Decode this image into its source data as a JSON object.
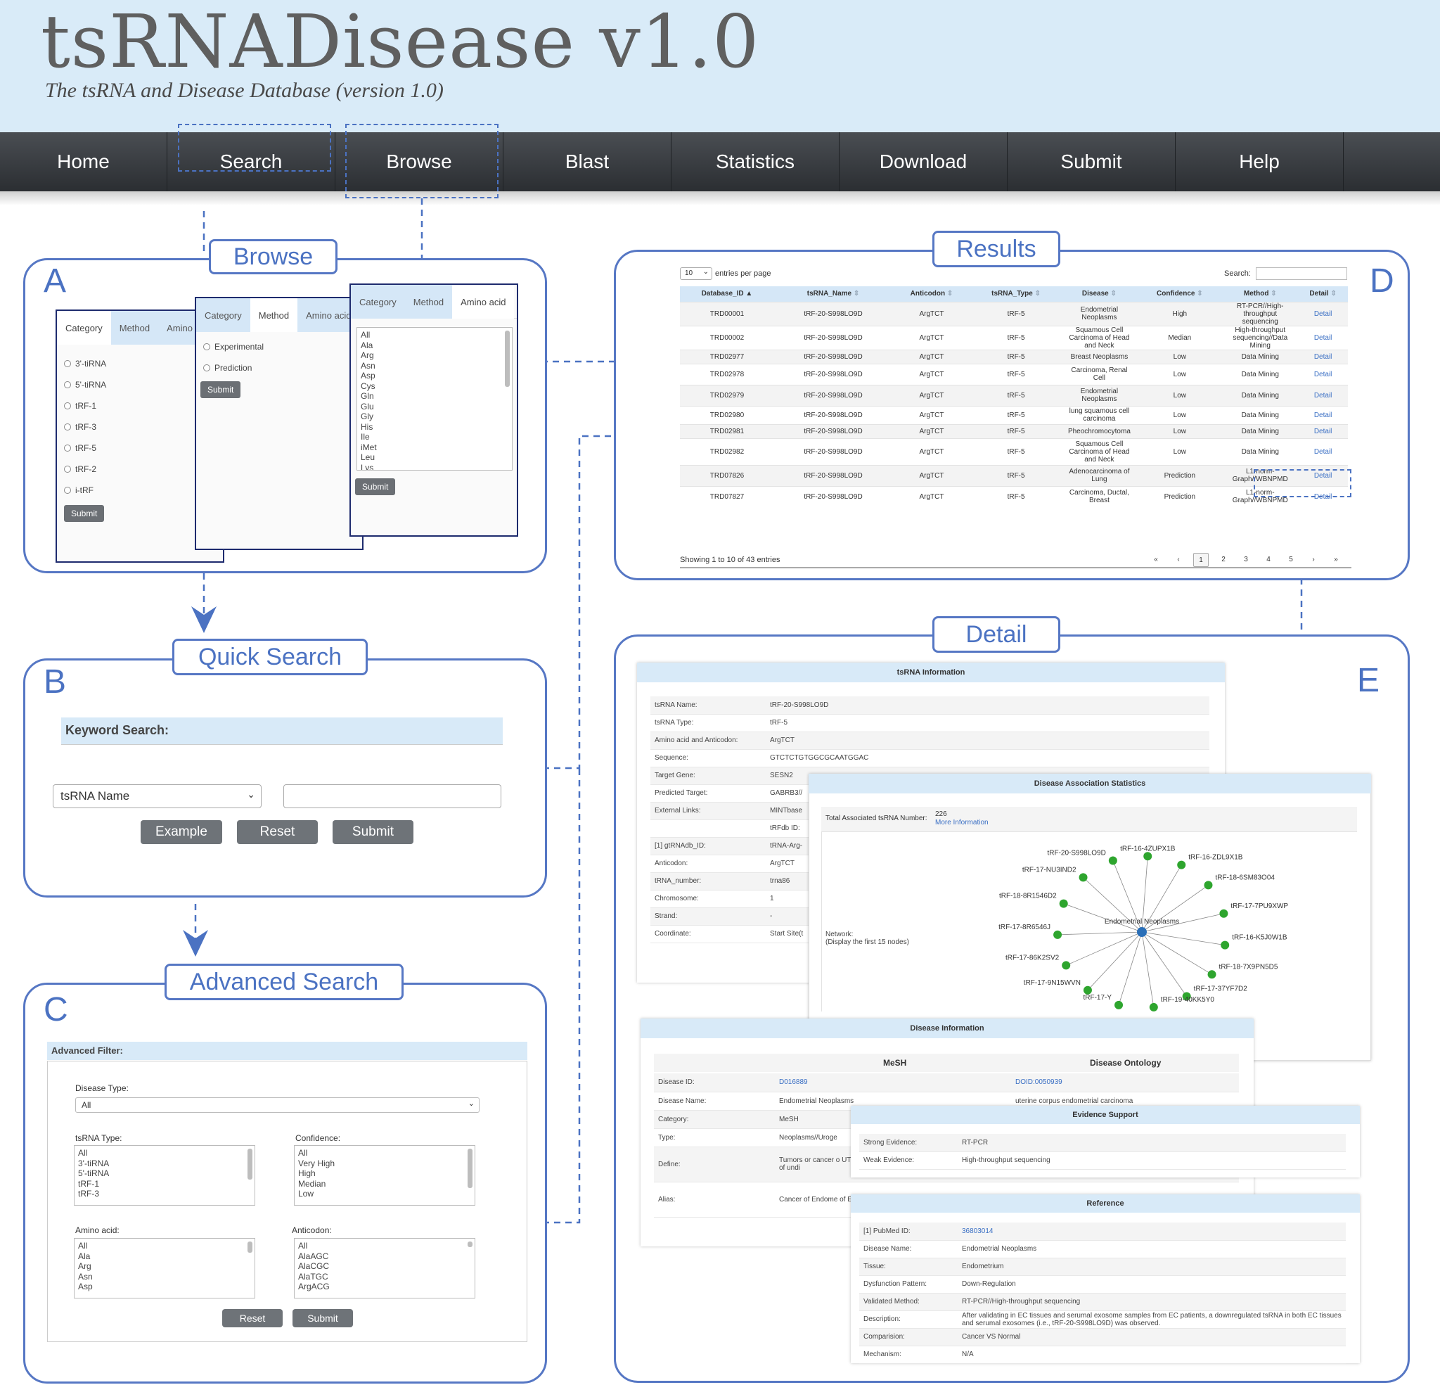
{
  "header": {
    "title": "tsRNADisease v1.0",
    "subtitle": "The tsRNA and Disease Database (version 1.0)"
  },
  "nav": [
    "Home",
    "Search",
    "Browse",
    "Blast",
    "Statistics",
    "Download",
    "Submit",
    "Help"
  ],
  "panels": {
    "browse": {
      "tag": "Browse",
      "letter": "A"
    },
    "quick_search": {
      "tag": "Quick Search",
      "letter": "B"
    },
    "advanced_search": {
      "tag": "Advanced Search",
      "letter": "C"
    },
    "results": {
      "tag": "Results",
      "letter": "D"
    },
    "detail": {
      "tag": "Detail",
      "letter": "E"
    }
  },
  "browse": {
    "card1": {
      "tabs": [
        "Category",
        "Method",
        "Amino acid"
      ],
      "options": [
        "3'-tiRNA",
        "5'-tiRNA",
        "tRF-1",
        "tRF-3",
        "tRF-5",
        "tRF-2",
        "i-tRF"
      ],
      "submit": "Submit"
    },
    "card2": {
      "tabs": [
        "Category",
        "Method",
        "Amino acid"
      ],
      "options": [
        "Experimental",
        "Prediction"
      ],
      "submit": "Submit"
    },
    "card3": {
      "tabs": [
        "Category",
        "Method",
        "Amino acid"
      ],
      "list": [
        "All",
        "Ala",
        "Arg",
        "Asn",
        "Asp",
        "Cys",
        "Gln",
        "Glu",
        "Gly",
        "His",
        "Ile",
        "iMet",
        "Leu",
        "Lys"
      ],
      "submit": "Submit"
    }
  },
  "quick_search": {
    "header": "Keyword Search:",
    "select_value": "tsRNA Name",
    "buttons": [
      "Example",
      "Reset",
      "Submit"
    ]
  },
  "advanced_search": {
    "header": "Advanced Filter:",
    "disease_type_label": "Disease Type:",
    "disease_type_value": "All",
    "tsrna_type_label": "tsRNA Type:",
    "tsrna_type_options": [
      "All",
      "3'-tiRNA",
      "5'-tiRNA",
      "tRF-1",
      "tRF-3"
    ],
    "confidence_label": "Confidence:",
    "confidence_options": [
      "All",
      "Very High",
      "High",
      "Median",
      "Low"
    ],
    "amino_acid_label": "Amino acid:",
    "amino_acid_options": [
      "All",
      "Ala",
      "Arg",
      "Asn",
      "Asp"
    ],
    "anticodon_label": "Anticodon:",
    "anticodon_options": [
      "All",
      "AlaAGC",
      "AlaCGC",
      "AlaTGC",
      "ArgACG"
    ],
    "buttons": [
      "Reset",
      "Submit"
    ]
  },
  "results": {
    "entries_value": "10",
    "entries_label": "entries per page",
    "search_label": "Search:",
    "columns": [
      "Database_ID",
      "tsRNA_Name",
      "Anticodon",
      "tsRNA_Type",
      "Disease",
      "Confidence",
      "Method",
      "Detail"
    ],
    "rows": [
      [
        "TRD00001",
        "tRF-20-S998LO9D",
        "ArgTCT",
        "tRF-5",
        "Endometrial Neoplasms",
        "High",
        "RT-PCR//High-throughput sequencing",
        "Detail"
      ],
      [
        "TRD00002",
        "tRF-20-S998LO9D",
        "ArgTCT",
        "tRF-5",
        "Squamous Cell Carcinoma of Head and Neck",
        "Median",
        "High-throughput sequencing//Data Mining",
        "Detail"
      ],
      [
        "TRD02977",
        "tRF-20-S998LO9D",
        "ArgTCT",
        "tRF-5",
        "Breast Neoplasms",
        "Low",
        "Data Mining",
        "Detail"
      ],
      [
        "TRD02978",
        "tRF-20-S998LO9D",
        "ArgTCT",
        "tRF-5",
        "Carcinoma, Renal Cell",
        "Low",
        "Data Mining",
        "Detail"
      ],
      [
        "TRD02979",
        "tRF-20-S998LO9D",
        "ArgTCT",
        "tRF-5",
        "Endometrial Neoplasms",
        "Low",
        "Data Mining",
        "Detail"
      ],
      [
        "TRD02980",
        "tRF-20-S998LO9D",
        "ArgTCT",
        "tRF-5",
        "lung squamous cell carcinoma",
        "Low",
        "Data Mining",
        "Detail"
      ],
      [
        "TRD02981",
        "tRF-20-S998LO9D",
        "ArgTCT",
        "tRF-5",
        "Pheochromocytoma",
        "Low",
        "Data Mining",
        "Detail"
      ],
      [
        "TRD02982",
        "tRF-20-S998LO9D",
        "ArgTCT",
        "tRF-5",
        "Squamous Cell Carcinoma of Head and Neck",
        "Low",
        "Data Mining",
        "Detail"
      ],
      [
        "TRD07826",
        "tRF-20-S998LO9D",
        "ArgTCT",
        "tRF-5",
        "Adenocarcinoma of Lung",
        "Prediction",
        "L1-norm-Graph//WBNPMD",
        "Detail"
      ],
      [
        "TRD07827",
        "tRF-20-S998LO9D",
        "ArgTCT",
        "tRF-5",
        "Carcinoma, Ductal, Breast",
        "Prediction",
        "L1-norm-Graph//WBNPMD",
        "Detail"
      ]
    ],
    "footer": "Showing 1 to 10 of 43 entries",
    "pagination": [
      "«",
      "‹",
      "1",
      "2",
      "3",
      "4",
      "5",
      "›",
      "»"
    ]
  },
  "detail": {
    "tsrna_info": {
      "header": "tsRNA Information",
      "rows": [
        [
          "tsRNA Name:",
          "tRF-20-S998LO9D"
        ],
        [
          "tsRNA Type:",
          "tRF-5"
        ],
        [
          "Amino acid and Anticodon:",
          "ArgTCT"
        ],
        [
          "Sequence:",
          "GTCTCTGTGGCGCAATGGAC"
        ],
        [
          "Target Gene:",
          "SESN2"
        ],
        [
          "Predicted Target:",
          "GABRB3//"
        ],
        [
          "External Links:",
          "MINTbase"
        ],
        [
          "",
          "tRFdb ID:"
        ],
        [
          "[1] gtRNAdb_ID:",
          "tRNA-Arg-"
        ],
        [
          "Anticodon:",
          "ArgTCT"
        ],
        [
          "tRNA_number:",
          "trna86"
        ],
        [
          "Chromosome:",
          "1"
        ],
        [
          "Strand:",
          "-"
        ],
        [
          "Coordinate:",
          "Start Site(t"
        ]
      ]
    },
    "disease_stats": {
      "header": "Disease Association Statistics",
      "total_label": "Total Associated tsRNA Number:",
      "total_value": "226",
      "more_info": "More Information",
      "network_label": "Network:",
      "network_note": "(Display the first 15 nodes)",
      "center_node": "Endometrial Neoplasms",
      "nodes": [
        "tRF-20-S998LO9D",
        "tRF-16-4ZUPX1B",
        "tRF-16-ZDL9X1B",
        "tRF-18-6SM83O04",
        "tRF-17-7PU9XWP",
        "tRF-16-K5J0W1B",
        "tRF-18-7X9PN5D5",
        "tRF-17-37YF7D2",
        "tRF-19-40KK5Y0",
        "tRF-17-Y",
        "tRF-17-9N15WVN",
        "tRF-17-86K2SV2",
        "tRF-17-8R6546J",
        "tRF-18-8R1546D2",
        "tRF-17-NU3IND2"
      ]
    },
    "disease_info": {
      "header": "Disease Information",
      "col_mesh": "MeSH",
      "col_do": "Disease Ontology",
      "rows": [
        [
          "Disease ID:",
          "D016889",
          "DOID:0050939"
        ],
        [
          "Disease Name:",
          "Endometrial Neoplasms",
          "uterine corpus endometrial carcinoma"
        ],
        [
          "Category:",
          "MeSH",
          ""
        ],
        [
          "Type:",
          "Neoplasms//Uroge",
          ""
        ],
        [
          "Define:",
          "Tumors or cancer o UTERUS. These ne classification and g the percent of undi",
          ""
        ],
        [
          "Alias:",
          "Cancer of Endome of Endometrium//E Carcinoma//Endom",
          ""
        ]
      ]
    },
    "evidence": {
      "header": "Evidence Support",
      "rows": [
        [
          "Strong Evidence:",
          "RT-PCR"
        ],
        [
          "Weak Evidence:",
          "High-throughput sequencing"
        ]
      ]
    },
    "reference": {
      "header": "Reference",
      "rows": [
        [
          "[1] PubMed ID:",
          "36803014"
        ],
        [
          "Disease Name:",
          "Endometrial Neoplasms"
        ],
        [
          "Tissue:",
          "Endometrium"
        ],
        [
          "Dysfunction Pattern:",
          "Down-Regulation"
        ],
        [
          "Validated Method:",
          "RT-PCR//High-throughput sequencing"
        ],
        [
          "Description:",
          "After validating in EC tissues and serumal exosome samples from EC patients, a downregulated tsRNA in both EC tissues and serumal exosomes (i.e., tRF-20-S998LO9D) was observed."
        ],
        [
          "Comparision:",
          "Cancer VS Normal"
        ],
        [
          "Mechanism:",
          "N/A"
        ]
      ]
    }
  },
  "colors": {
    "accent": "#4b72c2",
    "header_bg": "#d9ebf8",
    "nav_bg": "#2f3236",
    "section_header": "#d8eaf8"
  },
  "icons": {
    "arrow": "arrow-down-icon",
    "sort": "sort-icon",
    "chevron": "chevron-down-icon"
  }
}
